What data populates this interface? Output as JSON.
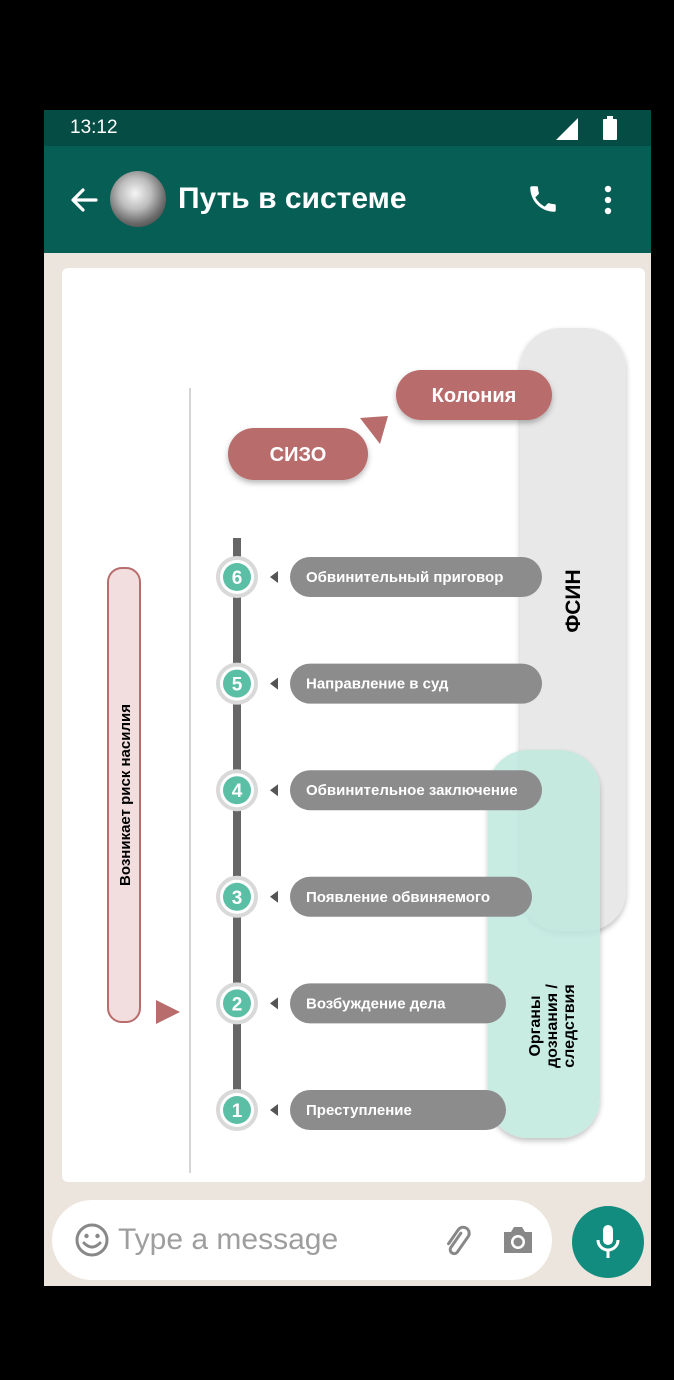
{
  "status_bar": {
    "time": "13:12"
  },
  "header": {
    "title": "Путь в системе"
  },
  "diagram": {
    "stages": [
      {
        "number": "1",
        "label": "Преступление"
      },
      {
        "number": "2",
        "label": "Возбуждение дела"
      },
      {
        "number": "3",
        "label": "Появление обвиняемого"
      },
      {
        "number": "4",
        "label": "Обвинительное заключение"
      },
      {
        "number": "5",
        "label": "Направление в суд"
      },
      {
        "number": "6",
        "label": "Обвинительный приговор"
      }
    ],
    "sizo": "СИЗО",
    "colony": "Колония",
    "fsin": "ФСИН",
    "inquiry_line1": "Органы",
    "inquiry_line2": "дознания /",
    "inquiry_line3": "следствия",
    "risk_label": "Возникает риск насилия"
  },
  "composer": {
    "placeholder": "Type a message"
  },
  "colors": {
    "header": "#075e54",
    "statusbar": "#054d44",
    "mic": "#128c7e",
    "step_circle": "#5bbfa6",
    "step_pill": "#8c8c8c",
    "prison_pill": "#b86c6c",
    "fsin_panel": "#e6e6e6",
    "inquiry_panel": "#bfe9de",
    "risk_bar": "#f2dede"
  }
}
